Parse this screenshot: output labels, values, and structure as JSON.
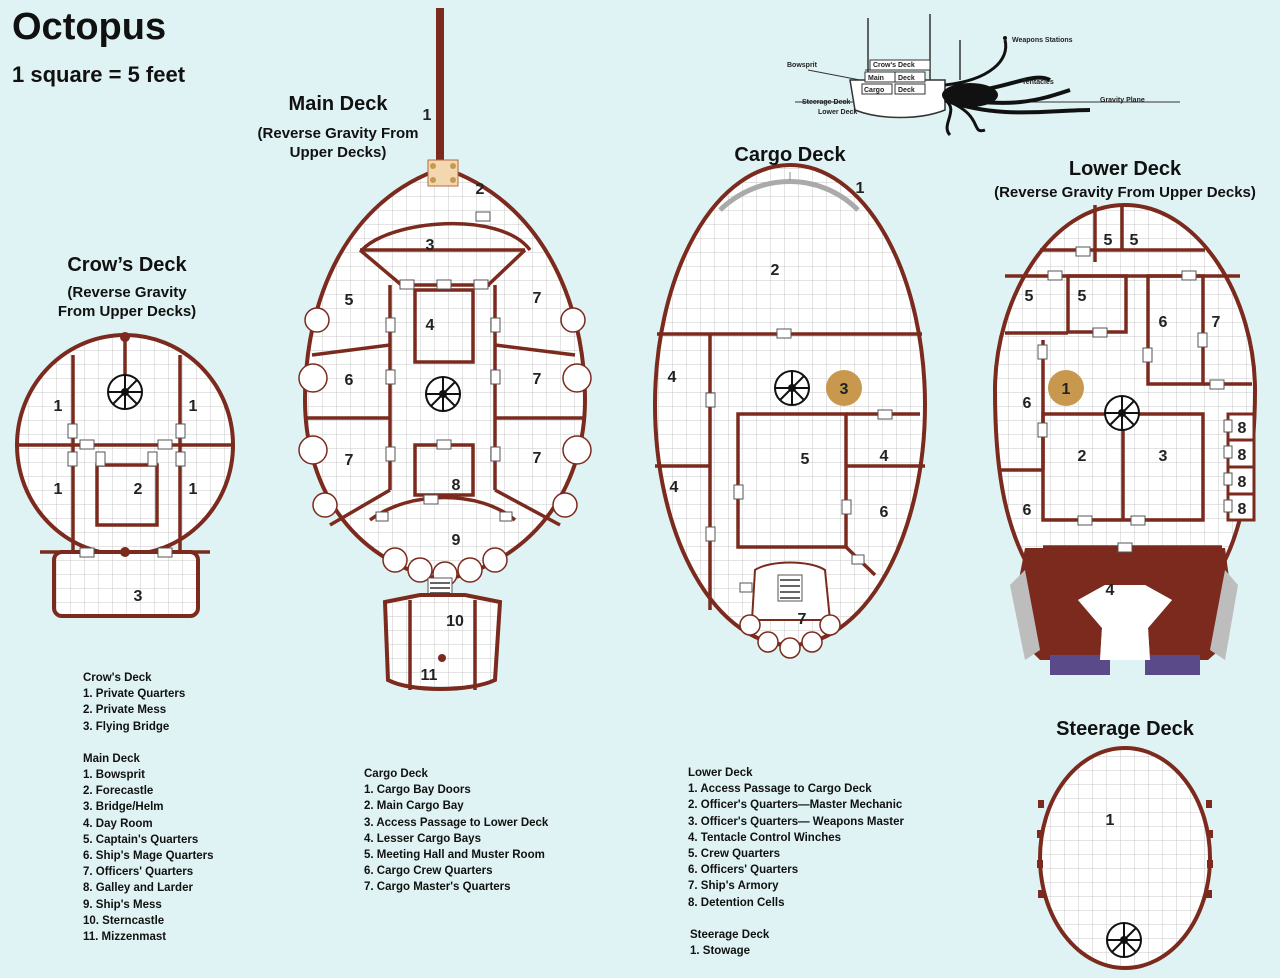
{
  "header": {
    "title": "Octopus",
    "scale": "1 square = 5 feet"
  },
  "decks": {
    "main": {
      "title": "Main Deck",
      "subtitle_1": "(Reverse Gravity From",
      "subtitle_2": "Upper Decks)"
    },
    "crows": {
      "title": "Crow’s Deck",
      "subtitle_1": "(Reverse Gravity",
      "subtitle_2": "From Upper Decks)"
    },
    "cargo": {
      "title": "Cargo Deck"
    },
    "lower": {
      "title": "Lower Deck",
      "subtitle_1": "(Reverse Gravity From Upper Decks)"
    },
    "steerage": {
      "title": "Steerage Deck"
    }
  },
  "profile": {
    "bowsprit": "Bowsprit",
    "crows_deck": "Crow's Deck",
    "main": "Main",
    "deck1": "Deck",
    "cargo": "Cargo",
    "deck2": "Deck",
    "steerage": "Steerage Deck",
    "lower": "Lower Deck",
    "weapons": "Weapons Stations",
    "tentacles": "Tentacles",
    "gravity": "Gravity Plane"
  },
  "room_labels": {
    "crows": [
      "1",
      "1",
      "1",
      "1",
      "2",
      "3"
    ],
    "main": [
      "1",
      "2",
      "3",
      "4",
      "5",
      "6",
      "7",
      "7",
      "7",
      "7",
      "8",
      "9",
      "10",
      "11"
    ],
    "cargo": [
      "1",
      "2",
      "3",
      "4",
      "4",
      "5",
      "4",
      "6",
      "7"
    ],
    "lower": [
      "5",
      "5",
      "5",
      "5",
      "6",
      "7",
      "1",
      "6",
      "2",
      "3",
      "6",
      "8",
      "8",
      "8",
      "8",
      "4"
    ],
    "steerage": [
      "1"
    ]
  },
  "legends": {
    "crows": {
      "heading": "Crow's Deck",
      "items": [
        "1. Private Quarters",
        "2. Private Mess",
        "3. Flying Bridge"
      ]
    },
    "main": {
      "heading": "Main Deck",
      "items": [
        "1. Bowsprit",
        "2. Forecastle",
        "3. Bridge/Helm",
        "4. Day Room",
        "5. Captain's Quarters",
        "6. Ship's Mage Quarters",
        "7. Officers' Quarters",
        "8. Galley and Larder",
        "9. Ship's Mess",
        "10. Sterncastle",
        "11. Mizzenmast"
      ]
    },
    "cargo": {
      "heading": "Cargo Deck",
      "items": [
        "1. Cargo Bay Doors",
        "2. Main Cargo Bay",
        "3. Access Passage to Lower Deck",
        "4. Lesser Cargo Bays",
        "5. Meeting Hall and Muster Room",
        "6. Cargo Crew Quarters",
        "7. Cargo Master's Quarters"
      ]
    },
    "lower": {
      "heading": "Lower Deck",
      "items": [
        "1. Access Passage to Cargo Deck",
        "2. Officer's Quarters—Master Mechanic",
        "3. Officer's Quarters— Weapons Master",
        "4. Tentacle Control Winches",
        "5. Crew Quarters",
        "6. Officers' Quarters",
        "7. Ship's Armory",
        "8. Detention Cells"
      ]
    },
    "steerage": {
      "heading": "Steerage Deck",
      "items": [
        "1. Stowage"
      ]
    }
  },
  "colors": {
    "background": "#dff3f4",
    "wall": "#7b2a1d",
    "grid": "#c8c8c8",
    "marker": "#c8984e",
    "tentacle_wall": "#7b2a1d",
    "tentacle_grey": "#bdbdbd",
    "tentacle_purple": "#5b4a8a"
  },
  "icons": [
    "spiral-stair-icon",
    "ladder-icon",
    "mast-icon",
    "access-marker-icon"
  ]
}
